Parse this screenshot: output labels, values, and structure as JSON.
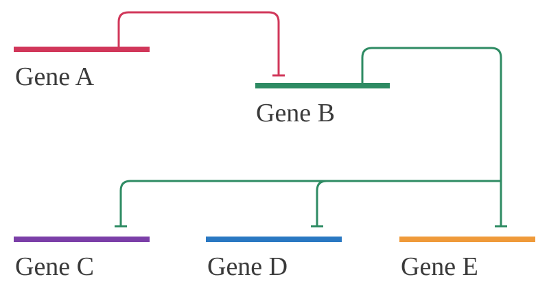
{
  "colors": {
    "gene_a": "#d1375a",
    "gene_b": "#2e8b63",
    "gene_c": "#7b3fa8",
    "gene_d": "#2a78c2",
    "gene_e": "#ef9a3a",
    "repression_a": "#d1375a",
    "repression_b": "#2e8b63"
  },
  "genes": {
    "a": {
      "label": "Gene A"
    },
    "b": {
      "label": "Gene B"
    },
    "c": {
      "label": "Gene C"
    },
    "d": {
      "label": "Gene D"
    },
    "e": {
      "label": "Gene E"
    }
  },
  "edges": [
    {
      "from": "Gene A",
      "to": "Gene B",
      "type": "repression"
    },
    {
      "from": "Gene B",
      "to": "Gene C",
      "type": "repression"
    },
    {
      "from": "Gene B",
      "to": "Gene D",
      "type": "repression"
    },
    {
      "from": "Gene B",
      "to": "Gene E",
      "type": "repression"
    }
  ]
}
